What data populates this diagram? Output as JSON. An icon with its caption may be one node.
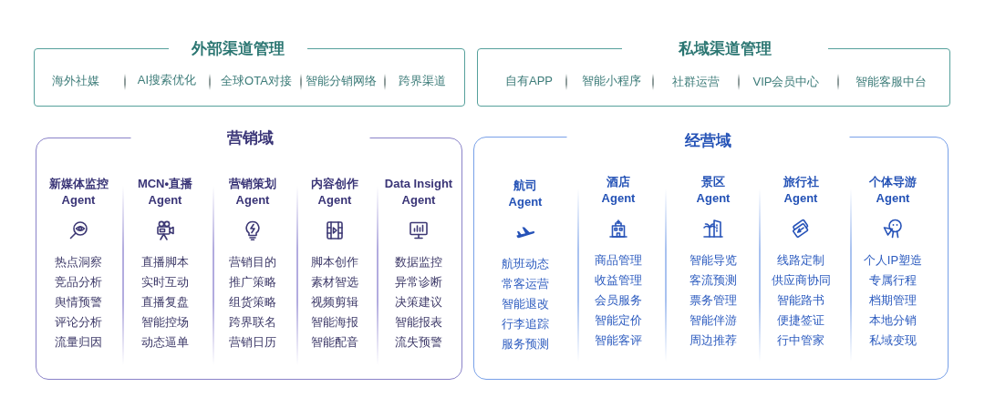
{
  "diagram": {
    "nodes": [
      {
        "text": [
          "外部渠道管理"
        ]
      },
      {
        "text": [
          "海外社媒"
        ],
        "in": 0
      },
      {
        "text": [
          "AI搜索优化"
        ],
        "in": 0
      },
      {
        "text": [
          "全球OTA对接"
        ],
        "in": 0
      },
      {
        "text": [
          "智能分销网络"
        ],
        "in": 0
      },
      {
        "text": [
          "跨界渠道"
        ],
        "in": 0
      },
      {
        "text": [
          "私域渠道管理"
        ]
      },
      {
        "text": [
          "自有APP"
        ],
        "in": 6
      },
      {
        "text": [
          "智能小程序"
        ],
        "in": 6
      },
      {
        "text": [
          "社群运营"
        ],
        "in": 6
      },
      {
        "text": [
          "VIP会员中心"
        ],
        "in": 6
      },
      {
        "text": [
          "智能客服中台"
        ],
        "in": 6
      },
      {
        "text": [
          "营销域"
        ]
      },
      {
        "text": [
          "新媒体监控 Agent"
        ],
        "in": 12
      },
      {
        "text": [
          "热点洞察"
        ],
        "in": 12
      },
      {
        "text": [
          "竞品分析"
        ],
        "in": 12
      },
      {
        "text": [
          "舆情预警"
        ],
        "in": 12
      },
      {
        "text": [
          "评论分析"
        ],
        "in": 12
      },
      {
        "text": [
          "流量归因"
        ],
        "in": 12
      },
      {
        "text": [
          "MCN•直播 Agent"
        ],
        "in": 12
      },
      {
        "text": [
          "直播脚本"
        ],
        "in": 12
      },
      {
        "text": [
          "实时互动"
        ],
        "in": 12
      },
      {
        "text": [
          "直播复盘"
        ],
        "in": 12
      },
      {
        "text": [
          "智能控场"
        ],
        "in": 12
      },
      {
        "text": [
          "动态逼单"
        ],
        "in": 12
      },
      {
        "text": [
          "营销策划 Agent"
        ],
        "in": 12
      },
      {
        "text": [
          "营销目的"
        ],
        "in": 12
      },
      {
        "text": [
          "推广策略"
        ],
        "in": 12
      },
      {
        "text": [
          "组货策略"
        ],
        "in": 12
      },
      {
        "text": [
          "跨界联名"
        ],
        "in": 12
      },
      {
        "text": [
          "营销日历"
        ],
        "in": 12
      },
      {
        "text": [
          "内容创作 Agent"
        ],
        "in": 12
      },
      {
        "text": [
          "脚本创作"
        ],
        "in": 12
      },
      {
        "text": [
          "素材智选"
        ],
        "in": 12
      },
      {
        "text": [
          "视频剪辑"
        ],
        "in": 12
      },
      {
        "text": [
          "智能海报"
        ],
        "in": 12
      },
      {
        "text": [
          "智能配音"
        ],
        "in": 12
      },
      {
        "text": [
          "Data Insight Agent"
        ],
        "in": 12
      },
      {
        "text": [
          "数据监控"
        ],
        "in": 12
      },
      {
        "text": [
          "异常诊断"
        ],
        "in": 12
      },
      {
        "text": [
          "决策建议"
        ],
        "in": 12
      },
      {
        "text": [
          "智能报表"
        ],
        "in": 12
      },
      {
        "text": [
          "流失预警"
        ],
        "in": 12
      },
      {
        "text": [
          "经营域"
        ]
      },
      {
        "text": [
          "航司 Agent"
        ],
        "in": 43
      },
      {
        "text": [
          "航班动态"
        ],
        "in": 43
      },
      {
        "text": [
          "常客运营"
        ],
        "in": 43
      },
      {
        "text": [
          "智能退改"
        ],
        "in": 43
      },
      {
        "text": [
          "行李追踪"
        ],
        "in": 43
      },
      {
        "text": [
          "服务预测"
        ],
        "in": 43
      },
      {
        "text": [
          "酒店 Agent"
        ],
        "in": 43
      },
      {
        "text": [
          "商品管理"
        ],
        "in": 43
      },
      {
        "text": [
          "收益管理"
        ],
        "in": 43
      },
      {
        "text": [
          "会员服务"
        ],
        "in": 43
      },
      {
        "text": [
          "智能定价"
        ],
        "in": 43
      },
      {
        "text": [
          "智能客评"
        ],
        "in": 43
      },
      {
        "text": [
          "景区 Agent"
        ],
        "in": 43
      },
      {
        "text": [
          "智能导览"
        ],
        "in": 43
      },
      {
        "text": [
          "客流预测"
        ],
        "in": 43
      },
      {
        "text": [
          "票务管理"
        ],
        "in": 43
      },
      {
        "text": [
          "智能伴游"
        ],
        "in": 43
      },
      {
        "text": [
          "周边推荐"
        ],
        "in": 43
      },
      {
        "text": [
          "旅行社 Agent"
        ],
        "in": 43
      },
      {
        "text": [
          "线路定制"
        ],
        "in": 43
      },
      {
        "text": [
          "供应商协同"
        ],
        "in": 43
      },
      {
        "text": [
          "智能路书"
        ],
        "in": 43
      },
      {
        "text": [
          "便捷签证"
        ],
        "in": 43
      },
      {
        "text": [
          "行中管家"
        ],
        "in": 43
      },
      {
        "text": [
          "个体导游 Agent"
        ],
        "in": 43
      },
      {
        "text": [
          "个人IP塑造"
        ],
        "in": 43
      },
      {
        "text": [
          "专属行程"
        ],
        "in": 43
      },
      {
        "text": [
          "档期管理"
        ],
        "in": 43
      },
      {
        "text": [
          "本地分销"
        ],
        "in": 43
      },
      {
        "text": [
          "私域变现"
        ],
        "in": 43
      }
    ]
  }
}
